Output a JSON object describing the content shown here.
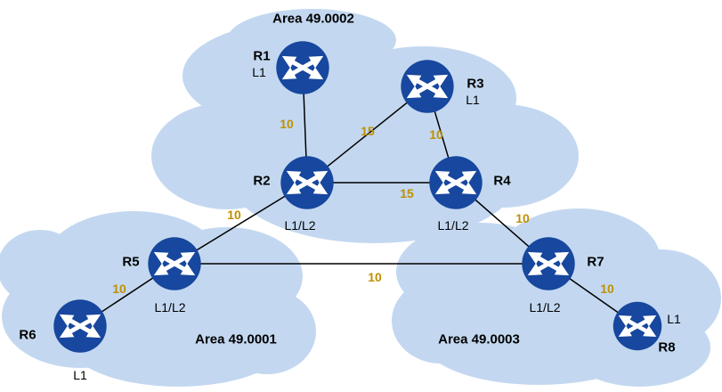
{
  "colors": {
    "background": "#ffffff",
    "cloud": "#c3d8f0",
    "router": "#17479e",
    "icon": "#ffffff",
    "line": "#000000",
    "text": "#000000",
    "cost": "#bf9000"
  },
  "areas": {
    "area_49_0002": {
      "label": "Area 49.0002"
    },
    "area_49_0001": {
      "label": "Area 49.0001"
    },
    "area_49_0003": {
      "label": "Area 49.0003"
    }
  },
  "routers": {
    "r1": {
      "name": "R1",
      "level": "L1",
      "area": "49.0002"
    },
    "r2": {
      "name": "R2",
      "level": "L1/L2",
      "area": "49.0002"
    },
    "r3": {
      "name": "R3",
      "level": "L1",
      "area": "49.0002"
    },
    "r4": {
      "name": "R4",
      "level": "L1/L2",
      "area": "49.0002"
    },
    "r5": {
      "name": "R5",
      "level": "L1/L2",
      "area": "49.0001"
    },
    "r6": {
      "name": "R6",
      "level": "L1",
      "area": "49.0001"
    },
    "r7": {
      "name": "R7",
      "level": "L1/L2",
      "area": "49.0003"
    },
    "r8": {
      "name": "R8",
      "level": "L1",
      "area": "49.0003"
    }
  },
  "links": {
    "r1_r2": {
      "from": "R1",
      "to": "R2",
      "cost": "10"
    },
    "r2_r3": {
      "from": "R2",
      "to": "R3",
      "cost": "15"
    },
    "r3_r4": {
      "from": "R3",
      "to": "R4",
      "cost": "10"
    },
    "r2_r4": {
      "from": "R2",
      "to": "R4",
      "cost": "15"
    },
    "r2_r5": {
      "from": "R2",
      "to": "R5",
      "cost": "10"
    },
    "r4_r7": {
      "from": "R4",
      "to": "R7",
      "cost": "10"
    },
    "r5_r7": {
      "from": "R5",
      "to": "R7",
      "cost": "10"
    },
    "r5_r6": {
      "from": "R5",
      "to": "R6",
      "cost": "10"
    },
    "r7_r8": {
      "from": "R7",
      "to": "R8",
      "cost": "10"
    }
  }
}
